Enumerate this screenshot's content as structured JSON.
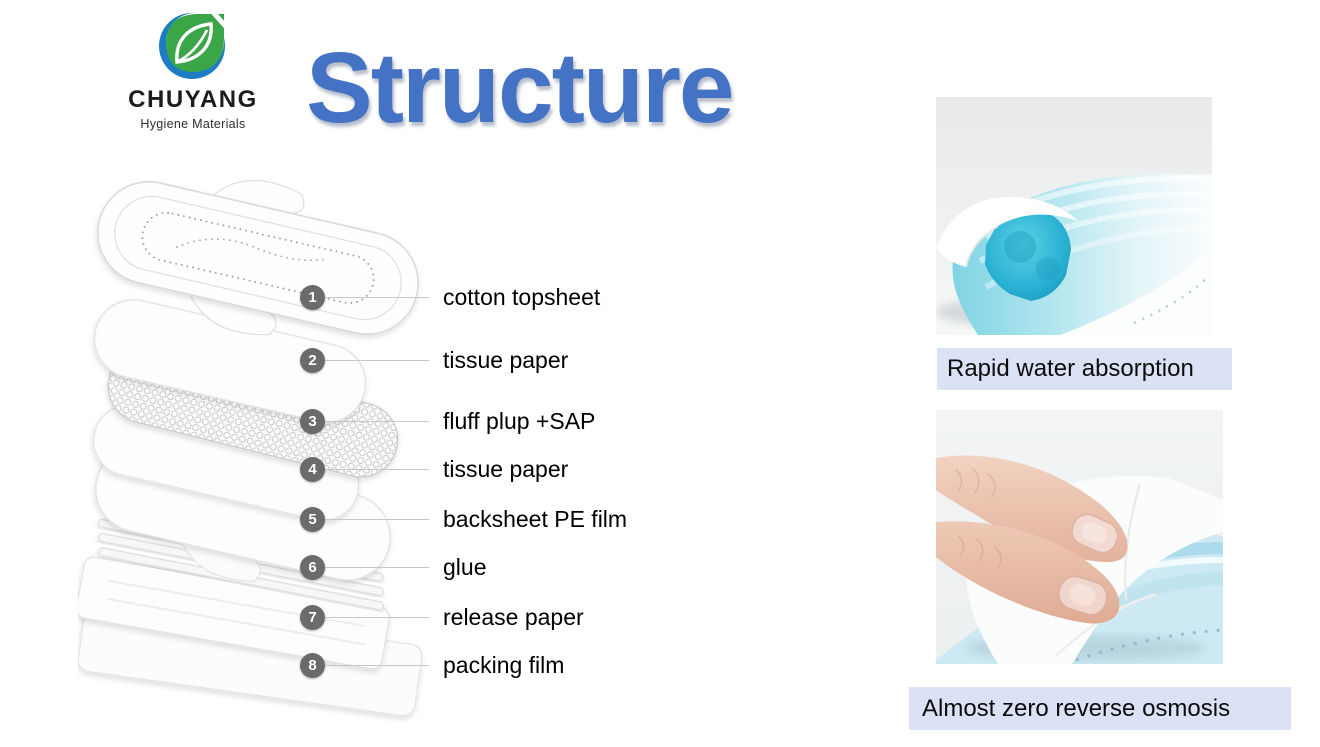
{
  "slide": {
    "background": "#ffffff"
  },
  "logo": {
    "brand": "CHUYANG",
    "tagline": "Hygiene Materials",
    "circle_color": "#1d7dc4",
    "leaf_color": "#3ba648"
  },
  "title": {
    "text": "Structure",
    "color": "#4472c4"
  },
  "diagram": {
    "badge_color": "#6b6b6b",
    "layers": [
      {
        "num": "1",
        "label": "cotton topsheet"
      },
      {
        "num": "2",
        "label": "tissue paper"
      },
      {
        "num": "3",
        "label": "fluff plup +SAP"
      },
      {
        "num": "4",
        "label": "tissue paper"
      },
      {
        "num": "5",
        "label": "backsheet PE film"
      },
      {
        "num": "6",
        "label": "glue"
      },
      {
        "num": "7",
        "label": "release paper"
      },
      {
        "num": "8",
        "label": "packing film"
      }
    ]
  },
  "features": {
    "caption_bg": "#dbe2f5",
    "top": {
      "caption": "Rapid water absorption",
      "alt": "cross-section of absorbent pad with blue gel core"
    },
    "bottom": {
      "caption": "Almost zero reverse osmosis",
      "alt": "fingers pressing dry white sheet over blue pad"
    }
  }
}
